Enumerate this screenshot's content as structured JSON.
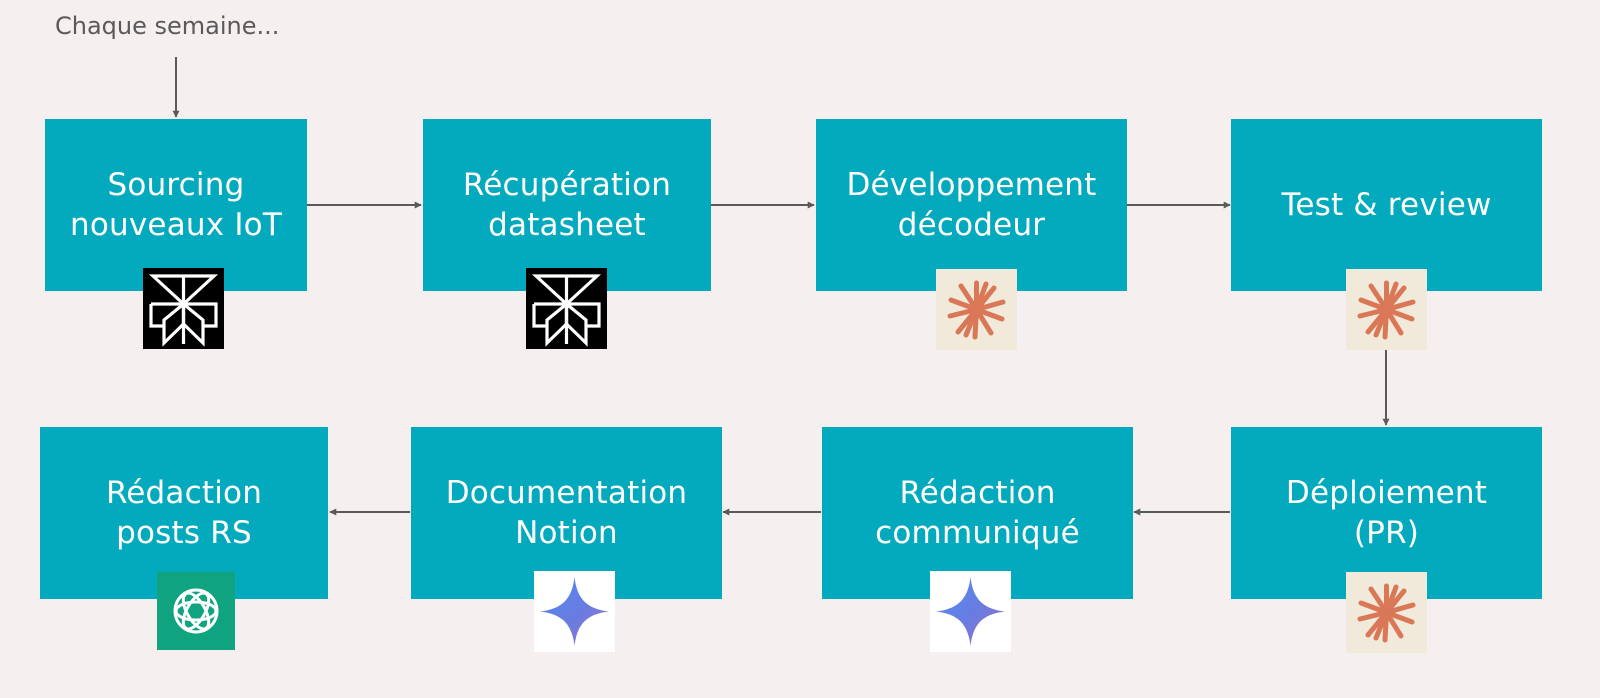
{
  "caption": "Chaque semaine...",
  "steps": [
    {
      "line1": "Sourcing",
      "line2": "nouveaux IoT",
      "icon": "perplexity-icon"
    },
    {
      "line1": "Récupération",
      "line2": "datasheet",
      "icon": "perplexity-icon"
    },
    {
      "line1": "Développement",
      "line2": "décodeur",
      "icon": "claude-icon"
    },
    {
      "line1": "Test & review",
      "line2": "",
      "icon": "claude-icon"
    },
    {
      "line1": "Déploiement",
      "line2": "(PR)",
      "icon": "claude-icon"
    },
    {
      "line1": "Rédaction",
      "line2": "communiqué",
      "icon": "gemini-icon"
    },
    {
      "line1": "Documentation",
      "line2": "Notion",
      "icon": "gemini-icon"
    },
    {
      "line1": "Rédaction",
      "line2": "posts RS",
      "icon": "chatgpt-icon"
    }
  ],
  "colors": {
    "background": "#f5efef",
    "box": "#03a9bd",
    "box_text": "#ffffff",
    "arrow": "#5a5a5a",
    "perplexity_bg": "#000000",
    "claude_bg": "#f1e9da",
    "claude_mark": "#d97757",
    "gemini_bg": "#ffffff",
    "chatgpt_bg": "#10a37f"
  }
}
